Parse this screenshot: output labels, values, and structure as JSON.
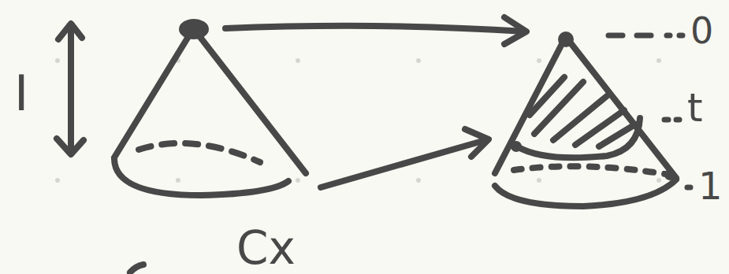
{
  "diagram": {
    "labels": [
      "I",
      "Cx",
      "0",
      "t",
      "1"
    ]
  }
}
